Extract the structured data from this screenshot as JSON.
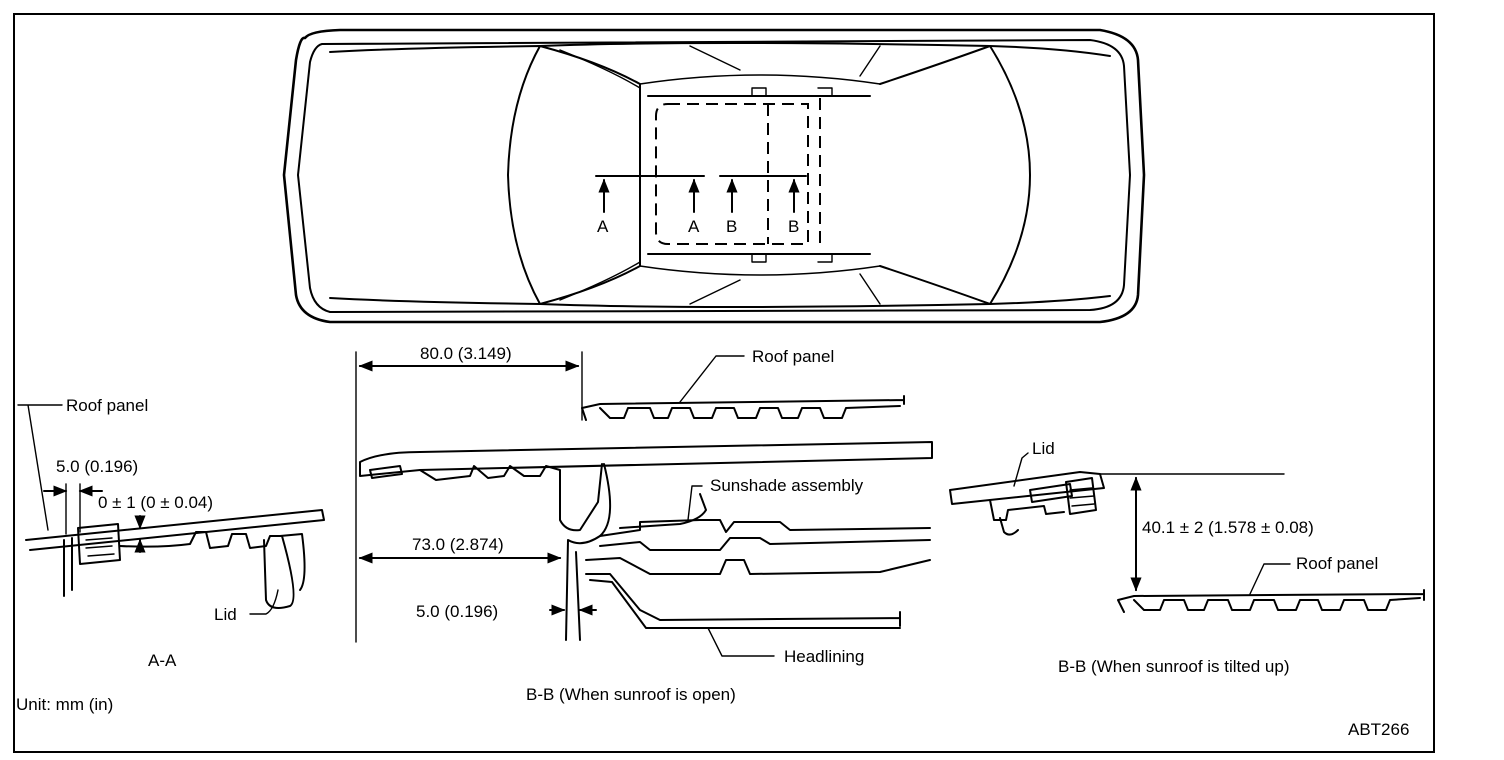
{
  "figure_id": "ABT266",
  "unit_note": "Unit: mm (in)",
  "car_top_view": {
    "section_marks": [
      "A",
      "A",
      "B",
      "B"
    ]
  },
  "section_aa": {
    "caption": "A-A",
    "labels": {
      "roof_panel": "Roof panel",
      "lid": "Lid",
      "gap": "5.0 (0.196)",
      "flush": "0 ± 1 (0 ± 0.04)"
    }
  },
  "section_bb_open": {
    "caption": "B-B (When sunroof is open)",
    "labels": {
      "roof_panel": "Roof panel",
      "sunshade": "Sunshade assembly",
      "headlining": "Headlining",
      "dim_80": "80.0 (3.149)",
      "dim_73": "73.0 (2.874)",
      "dim_5": "5.0 (0.196)"
    }
  },
  "section_bb_tilt": {
    "caption": "B-B (When sunroof is tilted up)",
    "labels": {
      "lid": "Lid",
      "roof_panel": "Roof panel",
      "dim_40": "40.1 ± 2 (1.578 ± 0.08)"
    }
  }
}
